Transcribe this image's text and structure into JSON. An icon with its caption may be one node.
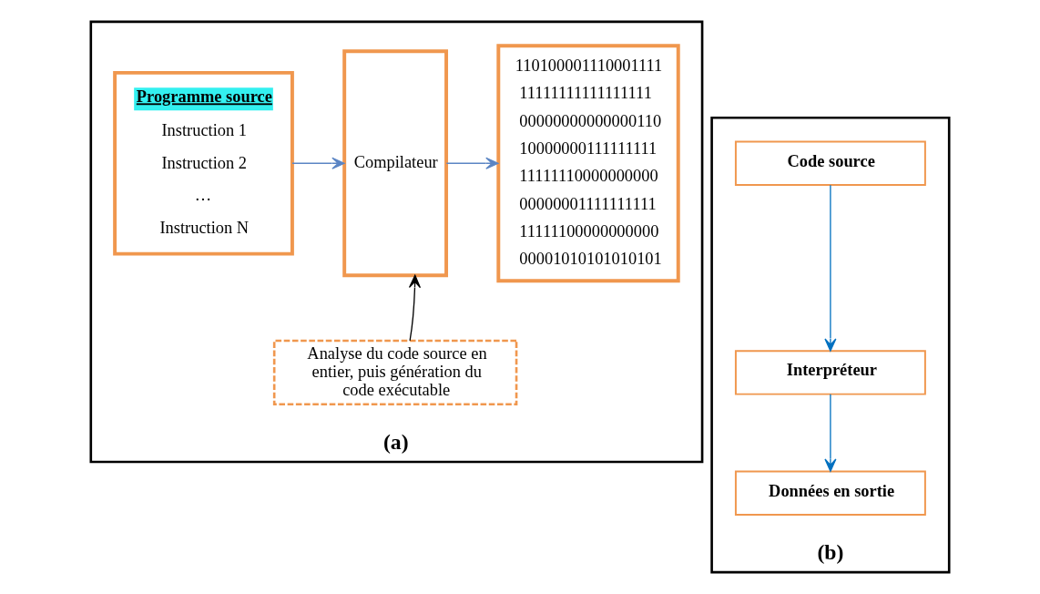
{
  "diagram": {
    "nodes": [
      {
        "text": [
          "(a)"
        ]
      },
      {
        "text": [
          "Programme source",
          "Instruction 1",
          "Instruction 2",
          "…",
          "Instruction N"
        ],
        "in": 0
      },
      {
        "text": [
          "Compilateur"
        ],
        "in": 0
      },
      {
        "text": [
          "110100001110001111",
          "11111111111111111",
          "00000000000000110",
          "10000000111111111",
          "11111110000000000",
          "00000001111111111",
          "11111100000000000",
          "00001010101010101"
        ],
        "in": 0
      },
      {
        "text": [
          "Analyse du code source en entier, puis génération du code exécutable"
        ],
        "in": 0
      },
      {
        "text": [
          "(b)"
        ]
      },
      {
        "text": [
          "Code source"
        ],
        "in": 5
      },
      {
        "text": [
          "Interpréteur"
        ],
        "in": 5
      },
      {
        "text": [
          "Données en sortie"
        ],
        "in": 5
      }
    ],
    "edges": [
      {
        "from": 1,
        "to": 2,
        "arrow": "to",
        "color": "#5b85c4"
      },
      {
        "from": 2,
        "to": 3,
        "arrow": "to",
        "color": "#5b85c4"
      },
      {
        "from": 4,
        "to": 2,
        "arrow": "to",
        "color": "#000000"
      },
      {
        "from": 6,
        "to": 7,
        "arrow": "to",
        "color": "#0070c0"
      },
      {
        "from": 7,
        "to": 8,
        "arrow": "to",
        "color": "#0070c0"
      }
    ]
  }
}
